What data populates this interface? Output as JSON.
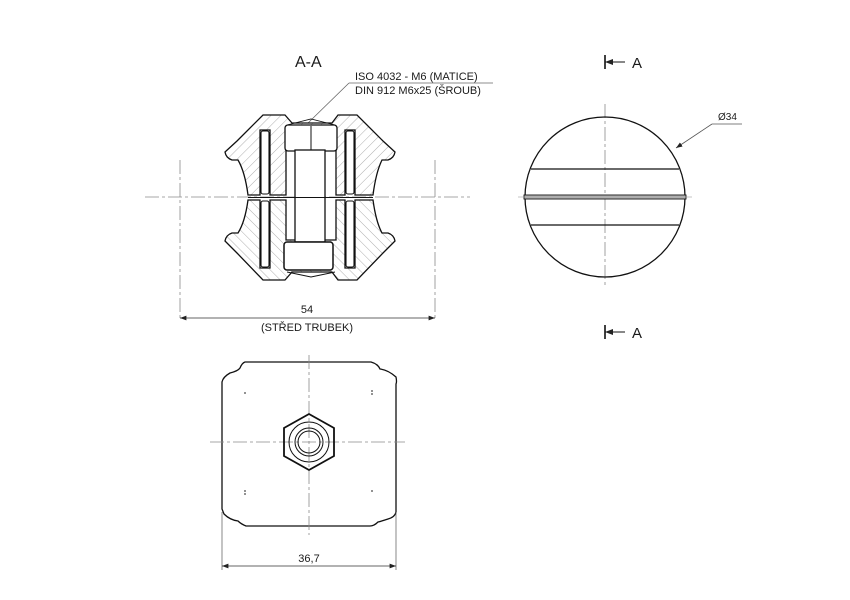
{
  "section_view": {
    "title": "A-A",
    "callout_line1": "ISO 4032 - M6 (MATICE)",
    "callout_line2": "DIN 912 M6x25 (ŠROUB)",
    "dimension_value": "54",
    "dimension_note": "(STŘED TRUBEK)"
  },
  "side_view": {
    "cut_marker_top": "A",
    "cut_marker_bottom": "A",
    "diameter_label": "Ø34"
  },
  "top_view": {
    "dimension_value": "36,7"
  },
  "colors": {
    "line": "#111111",
    "centerline": "#8a8a8a",
    "hatch": "#9a9a9a",
    "dimension": "#555555"
  }
}
